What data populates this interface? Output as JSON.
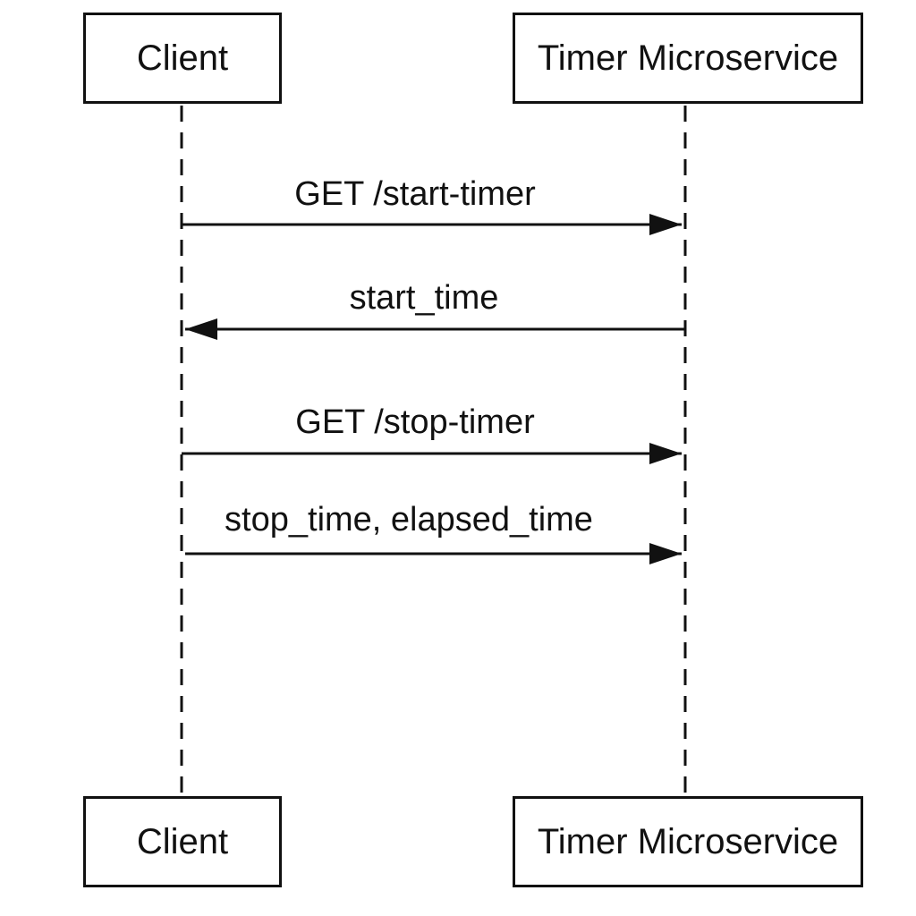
{
  "participants": {
    "client": "Client",
    "timer": "Timer Microservice"
  },
  "messages": [
    {
      "label": "GET /start-timer",
      "from": "Client",
      "to": "Timer Microservice"
    },
    {
      "label": "start_time",
      "from": "Timer Microservice",
      "to": "Client"
    },
    {
      "label": "GET /stop-timer",
      "from": "Client",
      "to": "Timer Microservice"
    },
    {
      "label": "stop_time, elapsed_time",
      "from": "Client",
      "to": "Timer Microservice"
    }
  ],
  "colors": {
    "line": "#111111",
    "background": "#ffffff"
  }
}
